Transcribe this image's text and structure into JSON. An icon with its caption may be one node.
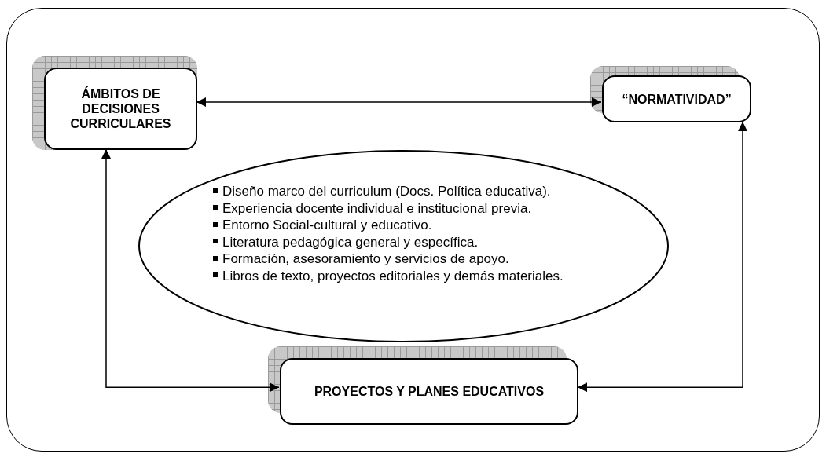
{
  "diagram": {
    "nodes": [
      {
        "text": [],
        "shape": "box"
      },
      {
        "text": [
          "ÁMBITOS DE DECISIONES CURRICULARES"
        ],
        "in": 0
      },
      {
        "text": [
          "“NORMATIVIDAD”"
        ],
        "in": 0
      },
      {
        "text": [
          "Diseño marco del curriculum (Docs. Política educativa).",
          "Experiencia docente  individual e institucional previa.",
          "Entorno Social-cultural y educativo.",
          "Literatura pedagógica general y específica.",
          "Formación, asesoramiento y servicios de apoyo.",
          "Libros de texto, proyectos editoriales y demás materiales."
        ],
        "in": 0
      },
      {
        "text": [
          "PROYECTOS Y PLANES EDUCATIVOS"
        ],
        "in": 0
      }
    ],
    "edges": [
      {
        "from": 1,
        "to": 2,
        "arrow": "both"
      },
      {
        "from": 1,
        "to": 4,
        "arrow": "both"
      },
      {
        "from": 2,
        "to": 4,
        "arrow": "both"
      }
    ]
  }
}
